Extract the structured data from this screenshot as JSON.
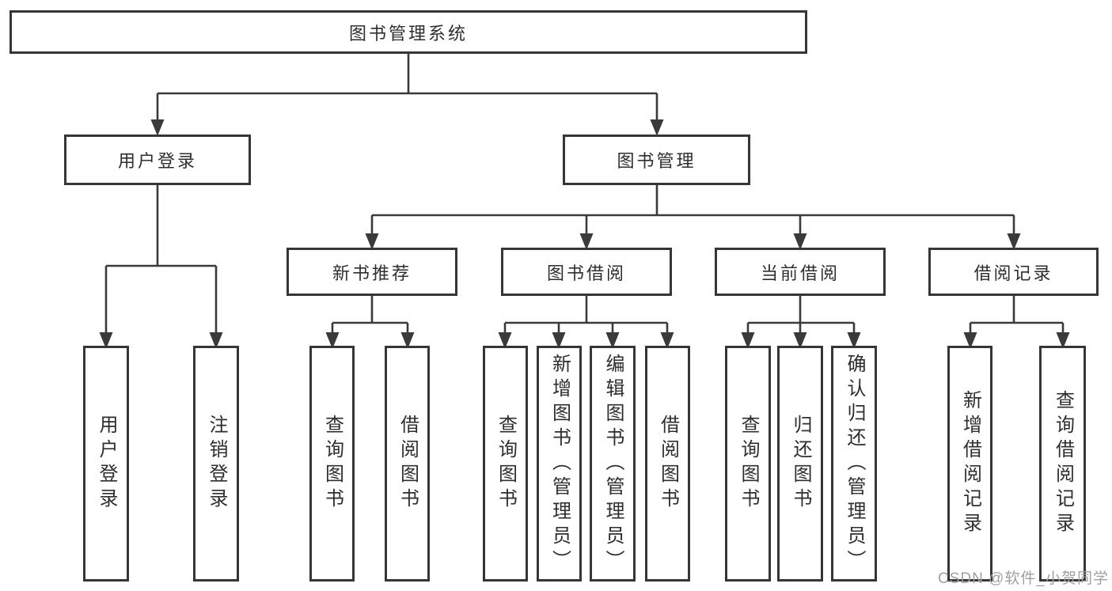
{
  "diagram": {
    "title": "图书管理系统",
    "watermark": "CSDN @软件_小贺同学",
    "colors": {
      "line": "#3a3a3a",
      "border": "#363636",
      "text": "#2e2e2e",
      "watermark": "#a0a0a0",
      "background": "#ffffff"
    },
    "nodes": {
      "root": "图书管理系统",
      "user_login": "用户登录",
      "book_mgmt": "图书管理",
      "new_book": "新书推荐",
      "book_borrow": "图书借阅",
      "current_borrow": "当前借阅",
      "borrow_records": "借阅记录",
      "leaf_user_login": "用户登录",
      "leaf_logout": "注销登录",
      "leaf_nb_query": "查询图书",
      "leaf_nb_borrow": "借阅图书",
      "leaf_bb_query": "查询图书",
      "leaf_bb_add": "新增图书（管理员）",
      "leaf_bb_edit": "编辑图书（管理员）",
      "leaf_bb_borrow": "借阅图书",
      "leaf_cb_query": "查询图书",
      "leaf_cb_return": "归还图书",
      "leaf_cb_confirm": "确认归还（管理员）",
      "leaf_br_add": "新增借阅记录",
      "leaf_br_query": "查询借阅记录"
    },
    "tree": {
      "label": "图书管理系统",
      "children": [
        {
          "label": "用户登录",
          "children": [
            {
              "label": "用户登录"
            },
            {
              "label": "注销登录"
            }
          ]
        },
        {
          "label": "图书管理",
          "children": [
            {
              "label": "新书推荐",
              "children": [
                {
                  "label": "查询图书"
                },
                {
                  "label": "借阅图书"
                }
              ]
            },
            {
              "label": "图书借阅",
              "children": [
                {
                  "label": "查询图书"
                },
                {
                  "label": "新增图书（管理员）"
                },
                {
                  "label": "编辑图书（管理员）"
                },
                {
                  "label": "借阅图书"
                }
              ]
            },
            {
              "label": "当前借阅",
              "children": [
                {
                  "label": "查询图书"
                },
                {
                  "label": "归还图书"
                },
                {
                  "label": "确认归还（管理员）"
                }
              ]
            },
            {
              "label": "借阅记录",
              "children": [
                {
                  "label": "新增借阅记录"
                },
                {
                  "label": "查询借阅记录"
                }
              ]
            }
          ]
        }
      ]
    }
  }
}
